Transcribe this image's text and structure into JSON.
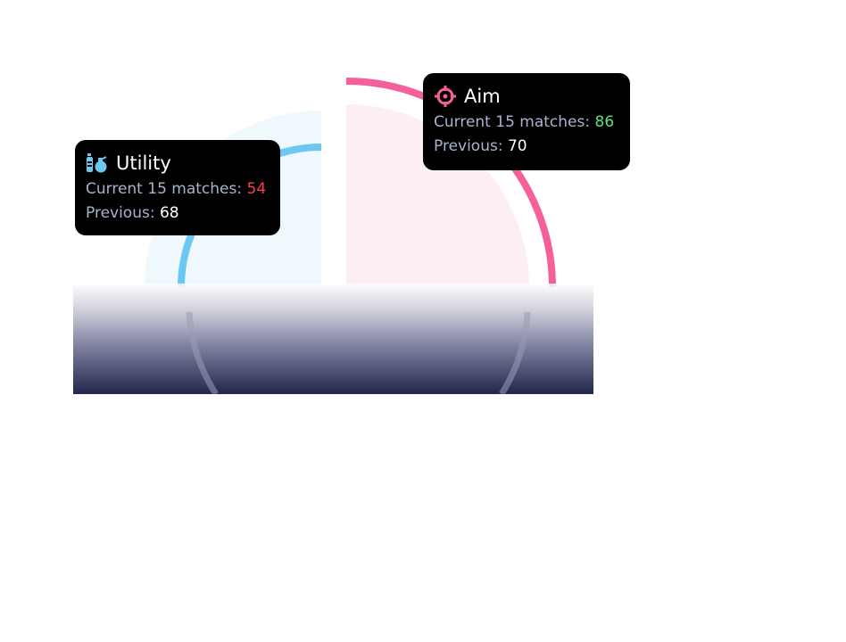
{
  "colors": {
    "utility": "#6cc8f0",
    "utility_fill": "#eef8fd",
    "aim": "#f5609a",
    "aim_fill": "#fdeef3",
    "current_low": "#ff3b4b",
    "current_high": "#5ee07c"
  },
  "chart": {
    "segments": [
      {
        "name": "Utility",
        "current": 54,
        "previous": 68
      },
      {
        "name": "Aim",
        "current": 86,
        "previous": 70
      }
    ]
  },
  "tooltips": {
    "utility": {
      "icon": "grenade-utility-icon",
      "title": "Utility",
      "current_label": "Current 15 matches:",
      "current_value": "54",
      "previous_label": "Previous:",
      "previous_value": "68"
    },
    "aim": {
      "icon": "crosshair-icon",
      "title": "Aim",
      "current_label": "Current 15 matches:",
      "current_value": "86",
      "previous_label": "Previous:",
      "previous_value": "70"
    }
  }
}
